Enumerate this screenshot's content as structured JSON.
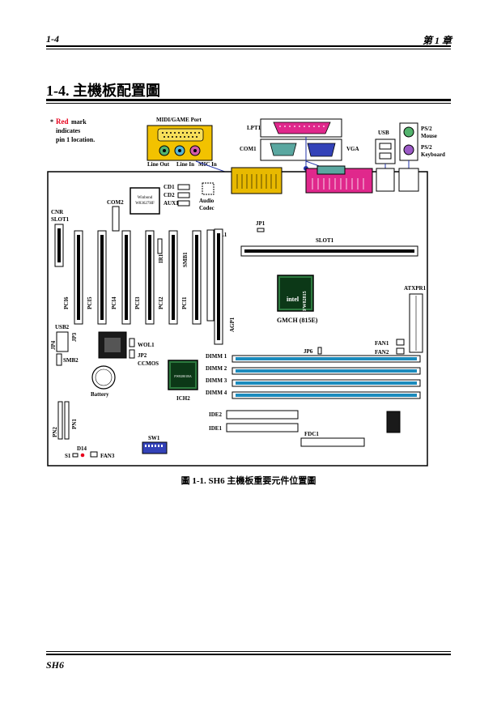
{
  "header": {
    "left": "1-4",
    "right": "第 1 章"
  },
  "section": {
    "title": "1-4.   主機板配置圖"
  },
  "caption": "圖 1-1. SH6 主機板重要元件位置圖",
  "footer": {
    "left": "SH6"
  },
  "board": {
    "note_star": "*",
    "note_red": "Red",
    "note_rest1": " mark",
    "note_line2": "indicates",
    "note_line3": "pin 1 location.",
    "midi": "MIDI/GAME Port",
    "line_out": "Line Out",
    "line_in": "Line In",
    "mic_in": "MIC In",
    "lpt1": "LPT1",
    "com1": "COM1",
    "vga": "VGA",
    "usb": "USB",
    "ps2_mouse_1": "PS/2",
    "ps2_mouse_2": "Mouse",
    "ps2_kb_1": "PS/2",
    "ps2_kb_2": "Keyboard",
    "cd1": "CD1",
    "cd2": "CD2",
    "aux1": "AUX1",
    "audio": "Audio",
    "codec": "Codec",
    "com2": "COM2",
    "winbond_1": "Winbond",
    "winbond_2": "W83627HF",
    "cnr": "CNR",
    "slot1_label": "SLOT1",
    "jp1": "JP1",
    "vl1": "VL1",
    "ir1": "IR1",
    "smb1": "SMB1",
    "slot1": "SLOT1",
    "pci6": "PCI6",
    "pci5": "PCI5",
    "pci4": "PCI4",
    "pci3": "PCI3",
    "pci2": "PCI2",
    "pci1": "PCI1",
    "agp1": "AGP1",
    "intel_1": "intel",
    "intel_2": "FW82815",
    "gmch": "GMCH (815E)",
    "atxpr1": "ATXPR1",
    "usb2": "USB2",
    "jp4": "JP4",
    "jp3": "JP3",
    "wol1": "WOL1",
    "jp2": "JP2",
    "ccmos": "CCMOS",
    "smb2": "SMB2",
    "battery": "Battery",
    "ich2_chip": "FW82801BA",
    "ich2": "ICH2",
    "dimm1": "DIMM 1",
    "dimm2": "DIMM 2",
    "dimm3": "DIMM 3",
    "dimm4": "DIMM 4",
    "jp6": "JP6",
    "fan1": "FAN1",
    "fan2": "FAN2",
    "ide2": "IDE2",
    "ide1": "IDE1",
    "fdc1": "FDC1",
    "pn2": "PN2",
    "pn1": "PN1",
    "sw1": "SW1",
    "d14": "D14",
    "s1": "S1",
    "fan3": "FAN3"
  },
  "colors": {
    "red_mark": "#e8001c",
    "audio_yellow": "#f2c200",
    "lpt_magenta": "#e0288c",
    "com_teal": "#5aa7a0",
    "vga_blue": "#3342b8"
  }
}
